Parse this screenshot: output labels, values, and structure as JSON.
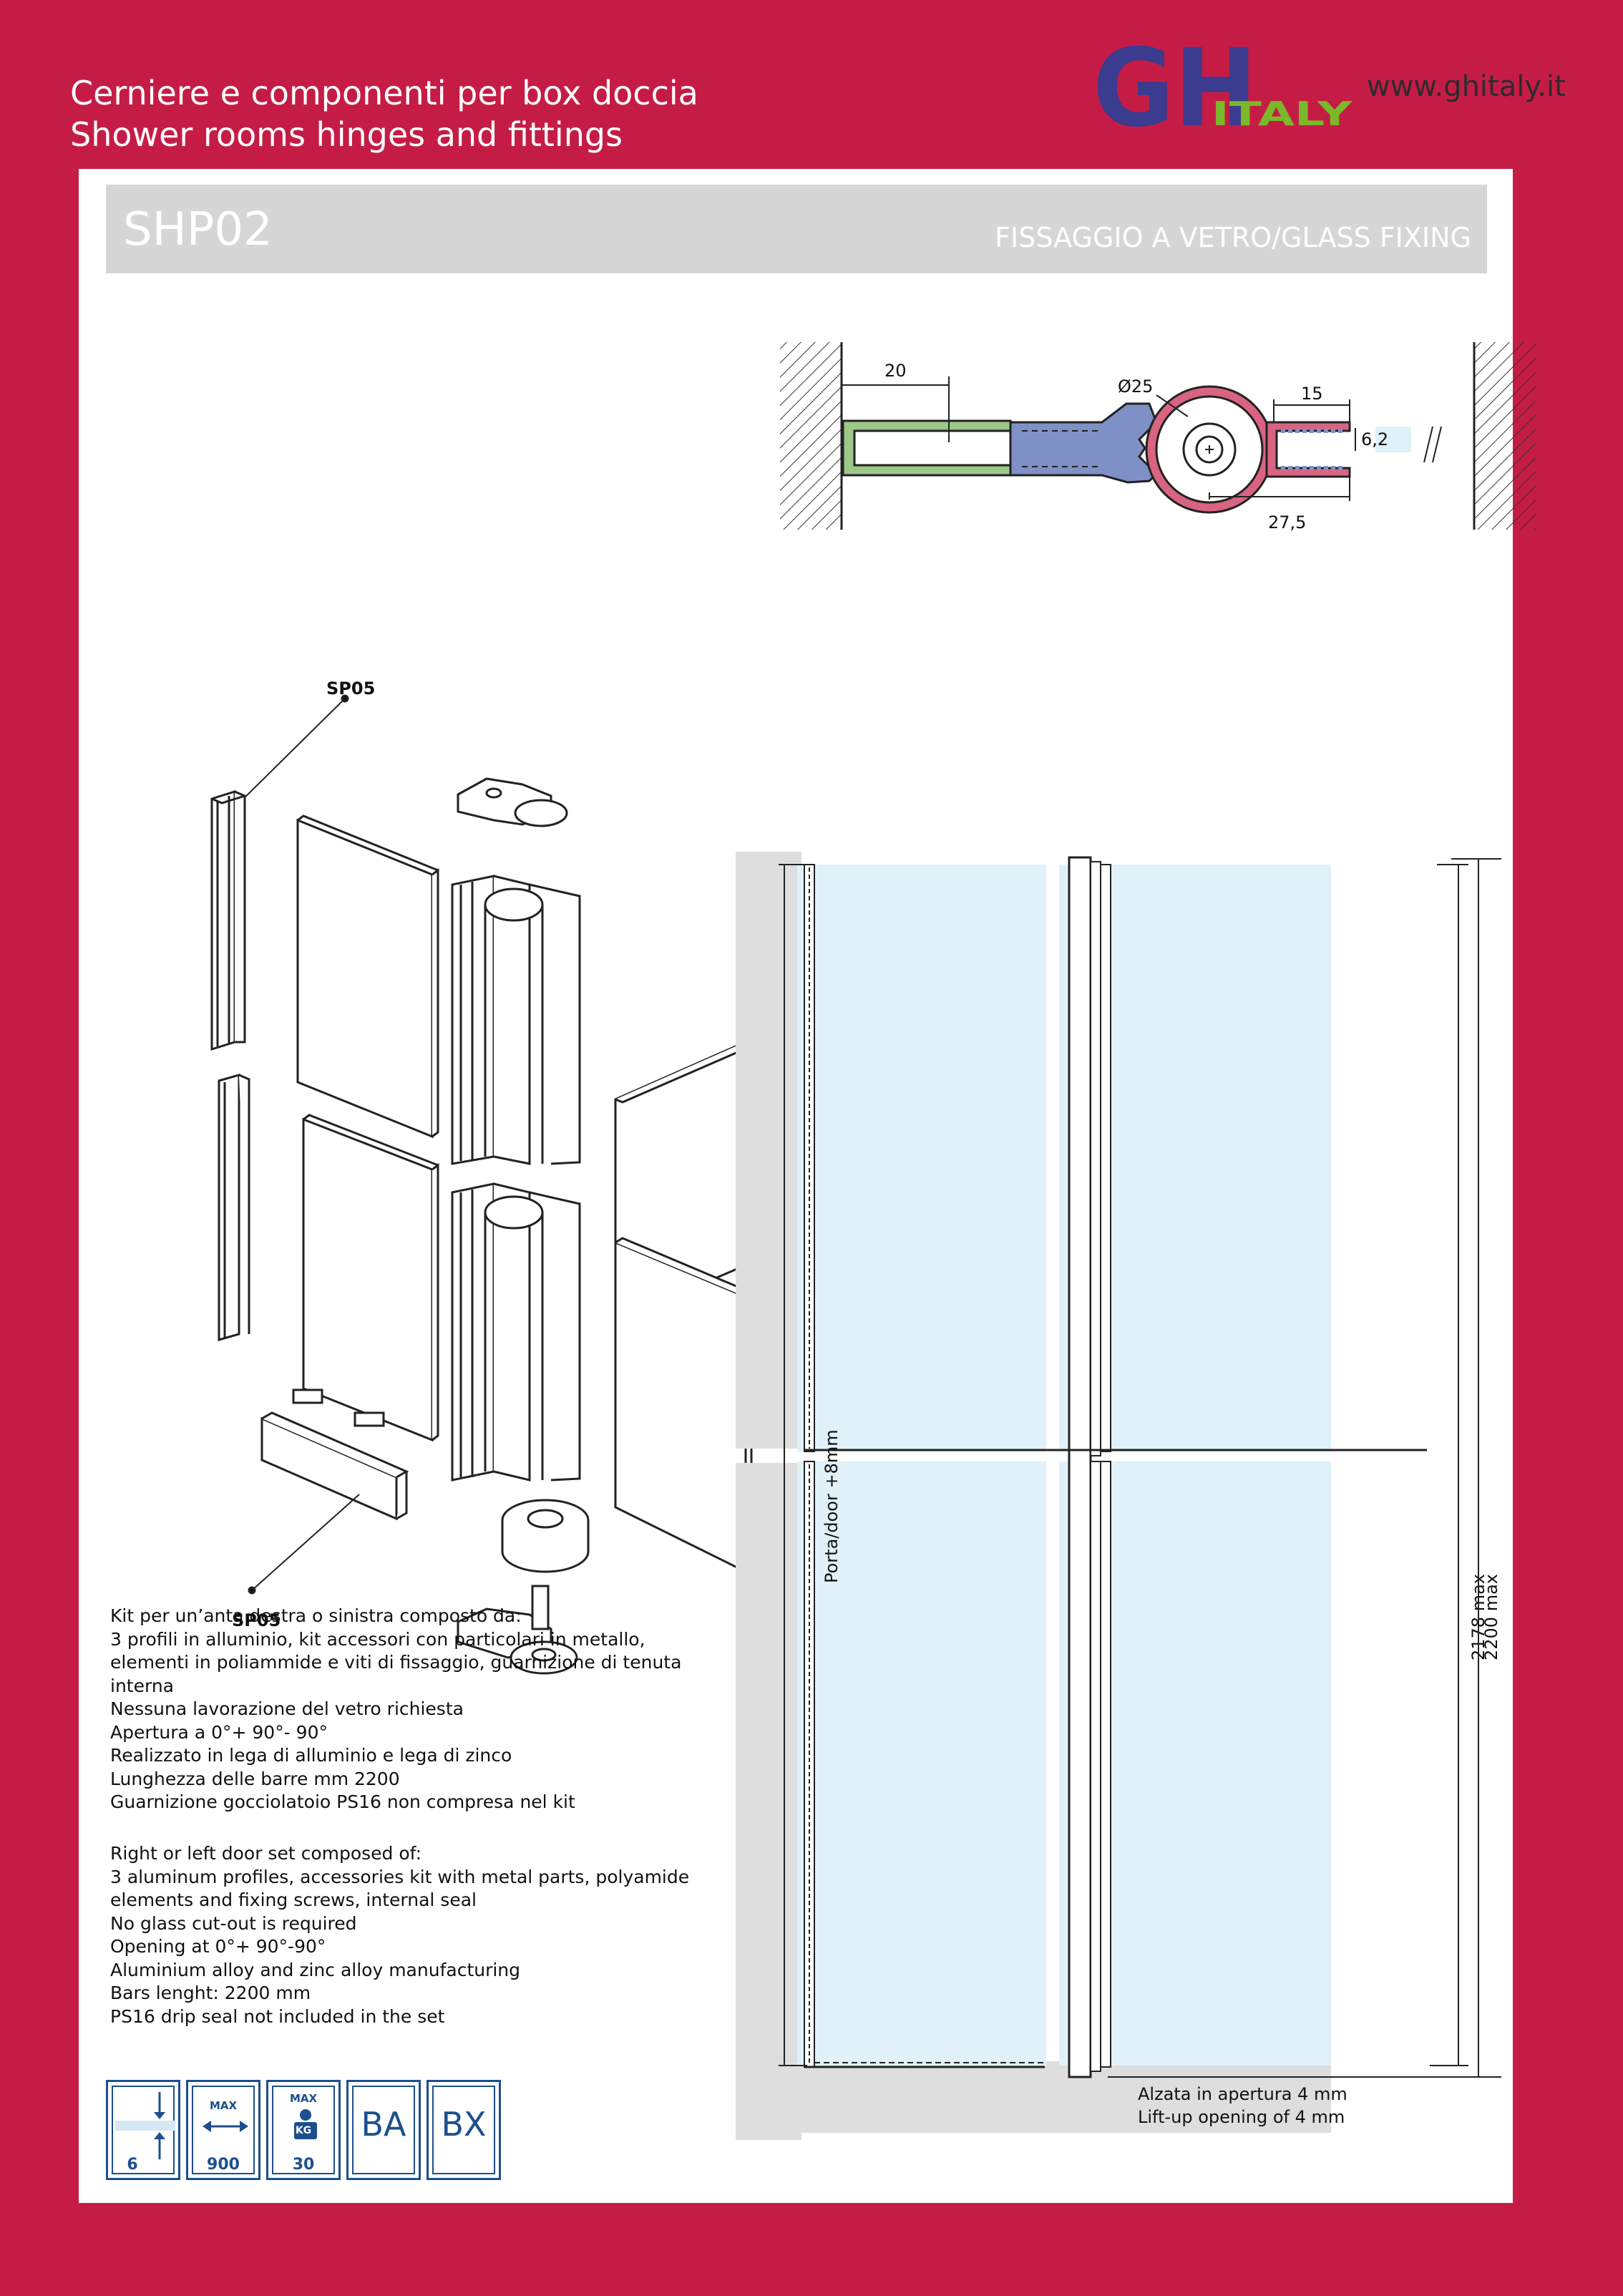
{
  "header": {
    "line1": "Cerniere e componenti per box doccia",
    "line2": "Shower rooms hinges and fittings",
    "url": "www.ghitaly.it",
    "logo_letters": "GH",
    "logo_sub": "ITALY"
  },
  "product": {
    "code": "SHP02",
    "fixing": "FISSAGGIO A VETRO/GLASS FIXING"
  },
  "section_drawing": {
    "dim_20": "20",
    "dim_diam": "Ø25",
    "dim_15": "15",
    "dim_62": "6,2",
    "dim_275": "27,5"
  },
  "exploded": {
    "label_top": "SP05",
    "label_bottom": "SP05"
  },
  "front_drawing": {
    "door_label": "Porta/door +8mm",
    "dim_2178": "2178 max",
    "dim_2200": "2200 max",
    "liftup_it": "Alzata in apertura 4 mm",
    "liftup_en": "Lift-up opening of 4 mm"
  },
  "description": {
    "italian": [
      "Kit per un’anta destra o sinistra composto da:",
      "3 profili in alluminio, kit accessori con particolari in metallo,",
      "elementi in poliammide e viti di fissaggio, guarnizione di tenuta",
      "interna",
      "Nessuna lavorazione del vetro richiesta",
      "Apertura a 0°+ 90°- 90°",
      "Realizzato in lega di alluminio e lega di zinco",
      "Lunghezza delle barre mm 2200",
      "Guarnizione gocciolatoio PS16 non compresa nel kit"
    ],
    "english": [
      "Right or left door set composed of:",
      "3 aluminum profiles, accessories kit with metal parts, polyamide",
      "elements and fixing screws, internal seal",
      "No glass cut-out is required",
      "Opening at 0°+ 90°-90°",
      "Aluminium alloy and zinc alloy manufacturing",
      "Bars lenght: 2200 mm",
      "PS16 drip seal not included in the set"
    ]
  },
  "icons": {
    "glass_thickness": "6",
    "max_width_top": "MAX",
    "max_width": "900",
    "max_weight_top": "MAX",
    "kg": "KG",
    "max_weight": "30",
    "finish_ba": "BA",
    "finish_bx": "BX"
  },
  "colors": {
    "background": "#c51c46",
    "title_bar": "#d6d6d6",
    "icon_blue": "#1d4f8e",
    "glass": "#e1f1f9",
    "profile_green": "#9cc787",
    "profile_blue": "#7e90c6",
    "profile_pink": "#d86482",
    "logo_blue": "#3b3b8f",
    "logo_green": "#7ab929"
  }
}
